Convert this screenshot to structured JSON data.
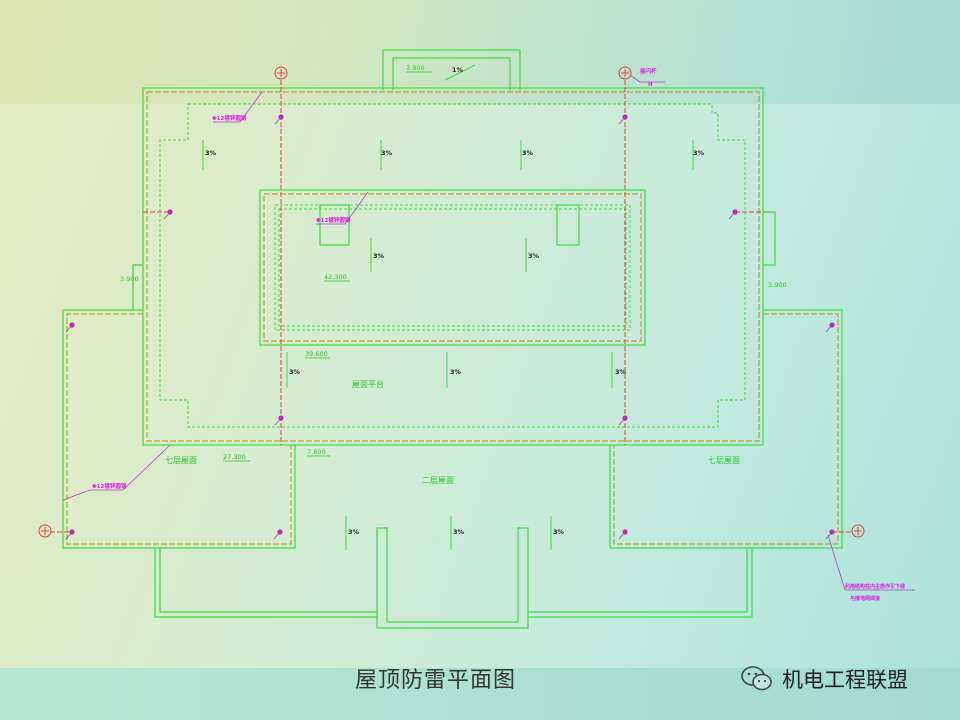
{
  "drawing": {
    "title": "屋顶防雷平面图",
    "watermark": "机电工程联盟",
    "slope_labels": [
      "1%",
      "3%",
      "3%",
      "3%",
      "3%",
      "3%",
      "3%",
      "3%",
      "3%",
      "3%",
      "3%",
      "3%",
      "3%"
    ],
    "elevations": [
      "3.900",
      "42.300",
      "39.600",
      "27.300",
      "7.800",
      "3.900",
      "3.900"
    ],
    "conductor_labels": [
      "Φ12镀锌圆钢",
      "Φ12镀锌圆钢",
      "Φ12镀锌圆钢"
    ],
    "area_labels": [
      "屋面平台",
      "七层屋面",
      "二层屋面",
      "七层屋面"
    ],
    "notes": {
      "air_terminal": "接闪杆",
      "air_terminal_sub": "H",
      "downconductor_1": "利用结构柱内主筋作引下线",
      "downconductor_2": "与接地网焊接"
    },
    "colors": {
      "wall": "#3ddc3d",
      "lightning_belt": "#b8a23a",
      "red_line": "#e0443a",
      "magenta": "#e01ee0"
    }
  }
}
